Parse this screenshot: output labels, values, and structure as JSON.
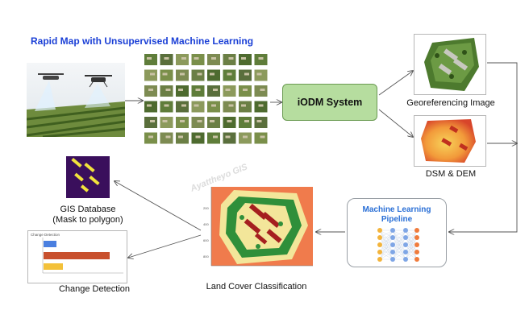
{
  "title": "Rapid Map with Unsupervised Machine Learning",
  "nodes": {
    "iodm": "iODM System",
    "georef": "Georeferencing Image",
    "dsm": "DSM & DEM",
    "ml_line1": "Machine Learning",
    "ml_line2": "Pipeline",
    "landcover": "Land Cover Classification",
    "gis_line1": "GIS Database",
    "gis_line2": "(Mask to polygon)",
    "change": "Change Detection"
  },
  "watermark": "Ayattheyo GIS",
  "change_panel": {
    "title": "Change Detection"
  },
  "colors": {
    "arrow": "#555555",
    "iodm_fill": "#b6dd9f",
    "ml_title": "#2a6fd6",
    "title": "#1a3fd6"
  }
}
